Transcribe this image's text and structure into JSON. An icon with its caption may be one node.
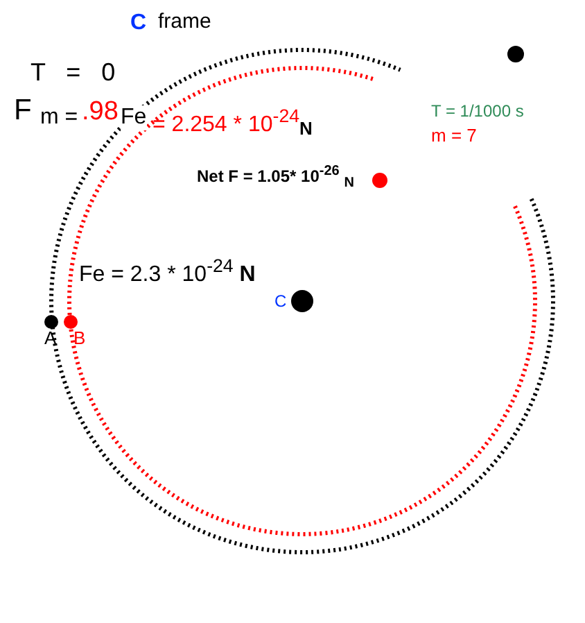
{
  "diagram": {
    "labels": [
      "C",
      "frame",
      "T = 0",
      "F",
      "m =",
      ".98",
      "Fe",
      "= 2.254 * 10$^{-24}$",
      "N",
      "T = 1/1000 s",
      "m = 7",
      "Net F = 1.05* 10$^{-26}$ $_{N}$",
      "Fe = 2.3 * 10$^{-24}$ **N**",
      "C",
      "A",
      "B"
    ]
  }
}
